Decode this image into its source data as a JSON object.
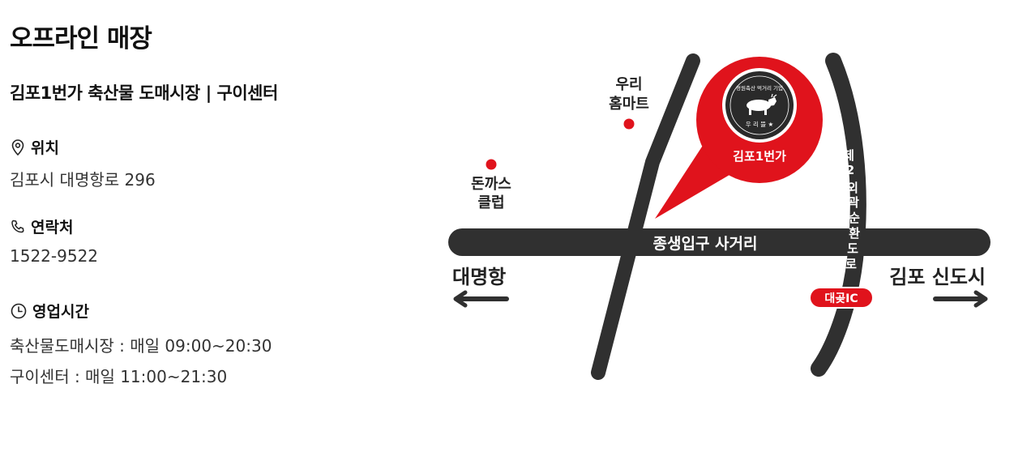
{
  "page": {
    "title": "오프라인 매장",
    "subtitle": "김포1번가 축산물 도매시장 | 구이센터"
  },
  "location": {
    "label": "위치",
    "value": "김포시 대명항로 296"
  },
  "contact": {
    "label": "연락처",
    "value": "1522-9522"
  },
  "hours": {
    "label": "영업시간",
    "line1": "축산물도매시장 : 매일 09:00~20:30",
    "line2": "구이센터 : 매일 11:00~21:30"
  },
  "map": {
    "road_main": "종생입구 사거리",
    "road_ring": [
      "제",
      "2",
      "외",
      "곽",
      "순",
      "환",
      "도",
      "로"
    ],
    "landmark_1": [
      "우리",
      "홈마트"
    ],
    "landmark_2": [
      "돈까스",
      "클럽"
    ],
    "store_pin_label": "김포1번가",
    "logo_top": "경원축산 먹거리 기업",
    "logo_bottom": "우 리 뜰 ★",
    "dir_left": "대명항",
    "dir_right": "김포 신도시",
    "ic_badge": "대곶IC",
    "colors": {
      "road": "#303030",
      "accent": "#e0131c",
      "text": "#222222"
    }
  }
}
